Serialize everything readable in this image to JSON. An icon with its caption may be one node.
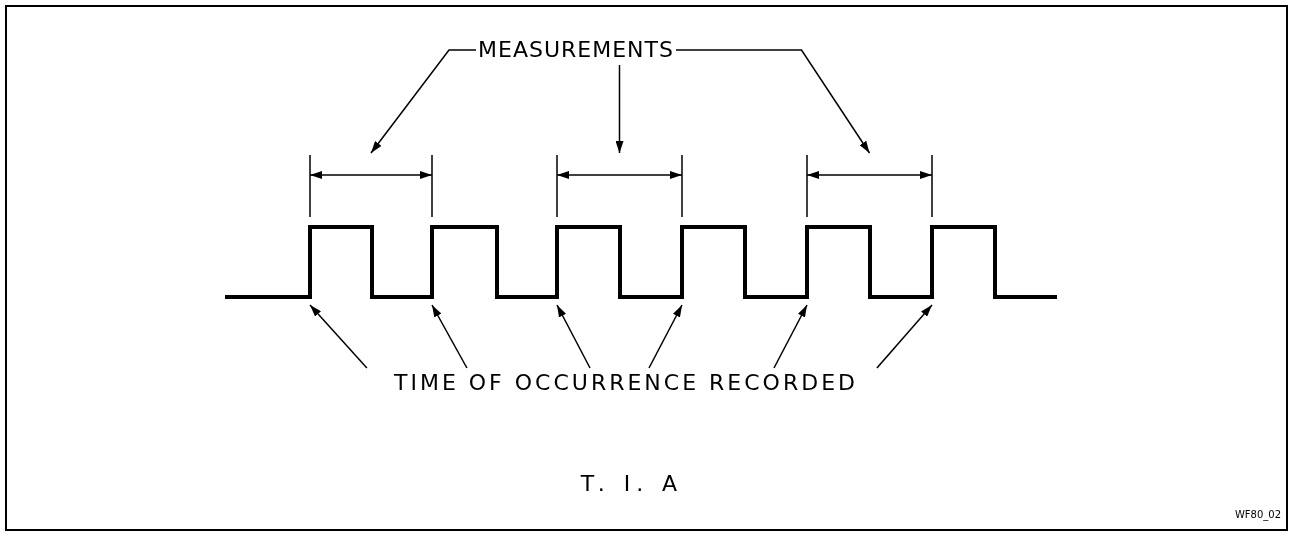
{
  "diagram": {
    "caption": "T. I. A",
    "nodes": [
      {
        "text": [
          "MEASUREMENTS"
        ]
      },
      {
        "text": [
          "TIME OF OCCURRENCE RECORDED"
        ]
      },
      {
        "text": [],
        "shape": "line"
      },
      {
        "text": [],
        "shape": "line"
      },
      {
        "text": [],
        "shape": "line"
      },
      {
        "text": [],
        "shape": "line"
      },
      {
        "text": [],
        "shape": "line"
      },
      {
        "text": [],
        "shape": "line"
      },
      {
        "text": [],
        "shape": "line"
      },
      {
        "text": [],
        "shape": "line"
      },
      {
        "text": [],
        "shape": "line"
      }
    ],
    "edges": [
      {
        "from": 0,
        "to": 2,
        "arrow": "to"
      },
      {
        "from": 0,
        "to": 3,
        "arrow": "to"
      },
      {
        "from": 0,
        "to": 4,
        "arrow": "to"
      },
      {
        "from": 1,
        "to": 5,
        "arrow": "to"
      },
      {
        "from": 1,
        "to": 6,
        "arrow": "to"
      },
      {
        "from": 1,
        "to": 7,
        "arrow": "to"
      },
      {
        "from": 1,
        "to": 8,
        "arrow": "to"
      },
      {
        "from": 1,
        "to": 9,
        "arrow": "to"
      },
      {
        "from": 1,
        "to": 10,
        "arrow": "to"
      }
    ],
    "labels": [
      "WF80_02"
    ]
  }
}
